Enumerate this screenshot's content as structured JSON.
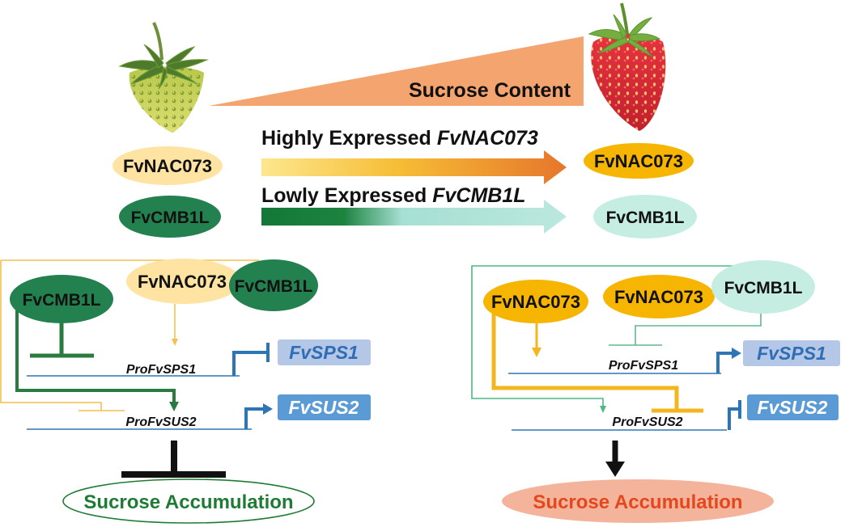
{
  "header": {
    "sucrose_content": "Sucrose Content",
    "high_expression_prefix": "Highly Expressed",
    "high_expression_gene": "FvNAC073",
    "low_expression_prefix": "Lowly Expressed",
    "low_expression_gene": "FvCMB1L"
  },
  "unripe_stage": {
    "nac_label": "FvNAC073",
    "cmb_label": "FvCMB1L"
  },
  "ripe_stage": {
    "nac_label": "FvNAC073",
    "cmb_label": "FvCMB1L"
  },
  "unripe_model": {
    "free_cmb": "FvCMB1L",
    "complex_nac": "FvNAC073",
    "complex_cmb": "FvCMB1L",
    "promoter_sps1": "ProFvSPS1",
    "promoter_sus2": "ProFvSUS2",
    "gene_sps1": "FvSPS1",
    "gene_sus2": "FvSUS2",
    "outcome": "Sucrose Accumulation"
  },
  "ripe_model": {
    "free_nac": "FvNAC073",
    "complex_nac": "FvNAC073",
    "complex_cmb": "FvCMB1L",
    "promoter_sps1": "ProFvSPS1",
    "promoter_sus2": "ProFvSUS2",
    "gene_sps1": "FvSPS1",
    "gene_sus2": "FvSUS2",
    "outcome": "Sucrose Accumulation"
  },
  "colors": {
    "sucrose_wedge": "#F4A46E",
    "nac_low": "#FFE3A3",
    "nac_high": "#F6B500",
    "cmb_high": "#23804F",
    "cmb_low": "#C6EDE2",
    "sps1_box": "#B4C7E7",
    "sus2_box": "#5B9BD5",
    "outcome_repressed": "#1E7B34",
    "outcome_promoted": "#F4B39B"
  }
}
